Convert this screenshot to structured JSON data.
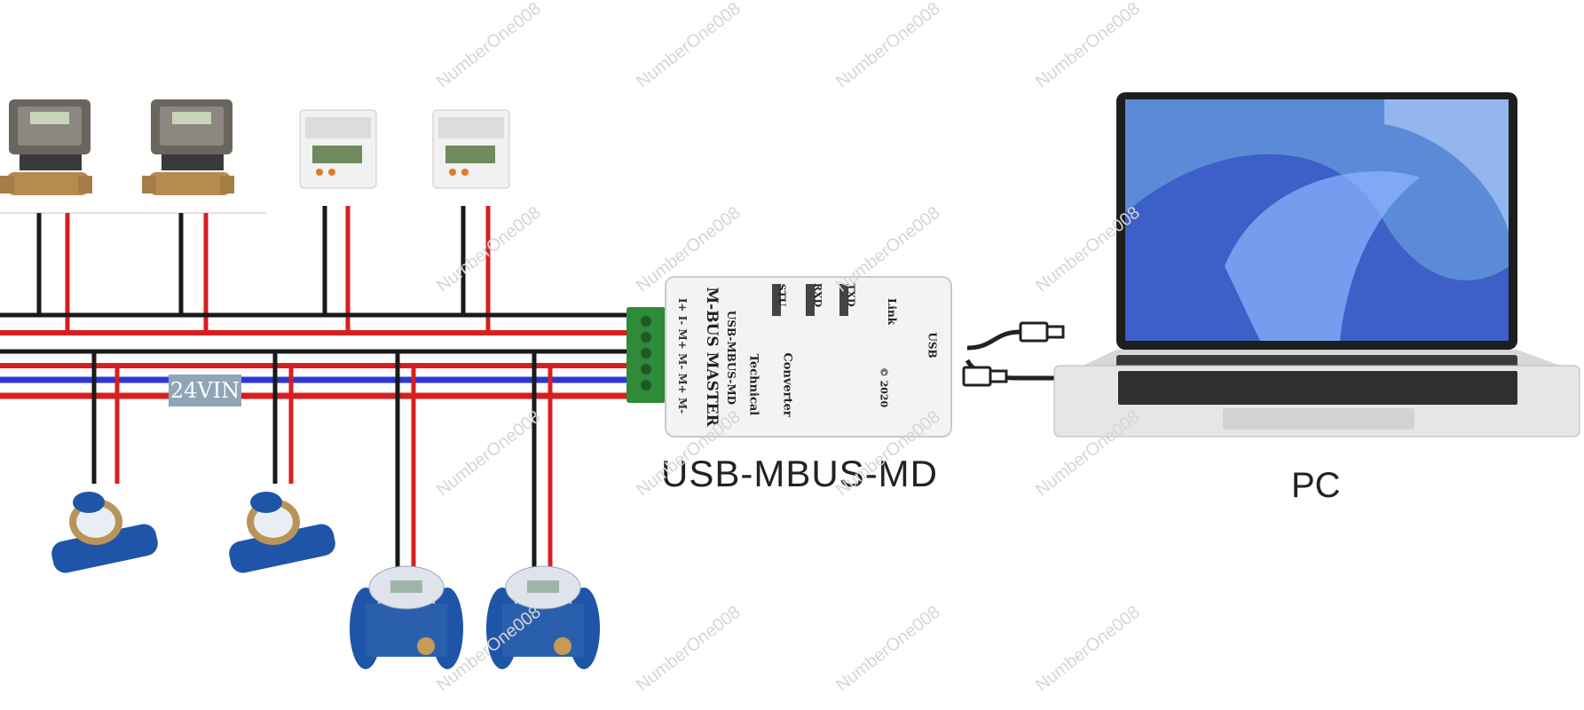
{
  "diagram": {
    "converter_caption": "USB-MBUS-MD",
    "pc_caption": "PC",
    "power_label": "24VIN",
    "converter_face": {
      "title": "M-BUS MASTER",
      "model": "USB-MBUS-MD",
      "line1": "Technical",
      "line2": "Converter",
      "copyright": "© 2020",
      "brand": "Link",
      "indicator_stu": "STU",
      "indicator_rxd": "RXD",
      "indicator_txd": "TXD",
      "port_label": "USB",
      "terminal_labels": "I+  I-  M+ M- M+ M-"
    },
    "watermark": "NumberOne008"
  },
  "colors": {
    "bus_black": "#1a1a1a",
    "bus_red": "#d81e1e",
    "bus_blue": "#2e37d6",
    "terminal_green": "#2f8a3a",
    "meter_blue": "#1f55a8"
  }
}
